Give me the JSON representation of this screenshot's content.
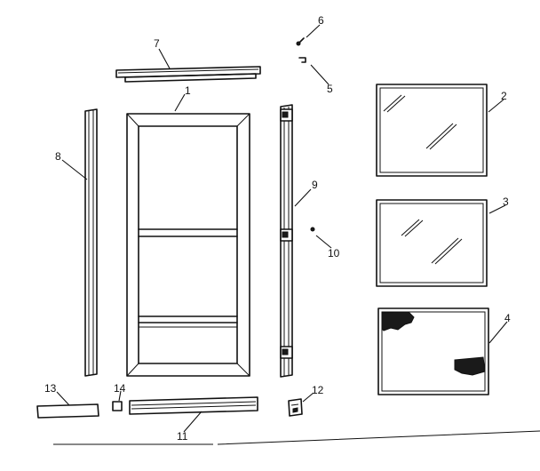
{
  "labels": {
    "p1": "1",
    "p2": "2",
    "p3": "3",
    "p4": "4",
    "p5": "5",
    "p6": "6",
    "p7": "7",
    "p8": "8",
    "p9": "9",
    "p10": "10",
    "p11": "11",
    "p12": "12",
    "p13": "13",
    "p14": "14"
  }
}
